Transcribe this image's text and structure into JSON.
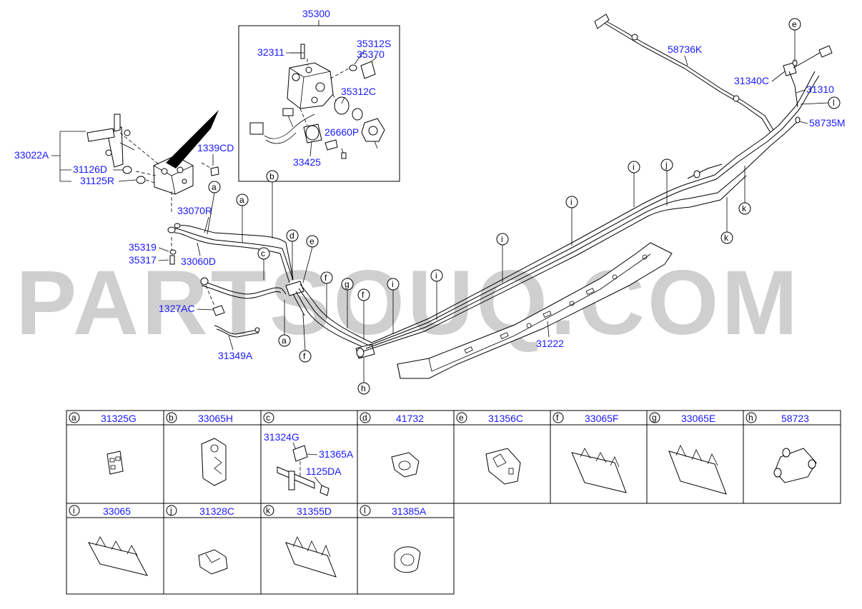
{
  "watermark": "PARTSOUQ.COM",
  "box_label": "35300",
  "callouts": {
    "p35300": "35300",
    "p32311": "32311",
    "p35312S": "35312S",
    "p35370": "35370",
    "p35312C": "35312C",
    "p26660P": "26660P",
    "p33425": "33425",
    "p33022A": "33022A",
    "p31126D": "31126D",
    "p31125R": "31125R",
    "p1339CD": "1339CD",
    "p33070R": "33070R",
    "p35319": "35319",
    "p35317": "35317",
    "p33060D": "33060D",
    "p1327AC": "1327AC",
    "p31349A": "31349A",
    "p31222": "31222",
    "p58736K": "58736K",
    "p31340C": "31340C",
    "p31310": "31310",
    "p58735M": "58735M"
  },
  "letters": [
    "a",
    "b",
    "c",
    "d",
    "e",
    "f",
    "g",
    "h",
    "i",
    "j",
    "k",
    "l"
  ],
  "table": {
    "row1": [
      {
        "letter": "a",
        "part": "31325G"
      },
      {
        "letter": "b",
        "part": "33065H"
      },
      {
        "letter": "c",
        "part": ""
      },
      {
        "letter": "d",
        "part": "41732"
      },
      {
        "letter": "e",
        "part": "31356C"
      },
      {
        "letter": "f",
        "part": "33065F"
      },
      {
        "letter": "g",
        "part": "33065E"
      },
      {
        "letter": "h",
        "part": "58723"
      }
    ],
    "row2": [
      {
        "letter": "i",
        "part": "33065"
      },
      {
        "letter": "j",
        "part": "31328C"
      },
      {
        "letter": "k",
        "part": "31355D"
      },
      {
        "letter": "l",
        "part": "31385A"
      }
    ],
    "c_parts": {
      "p1": "31324G",
      "p2": "31365A",
      "p3": "1125DA"
    }
  }
}
